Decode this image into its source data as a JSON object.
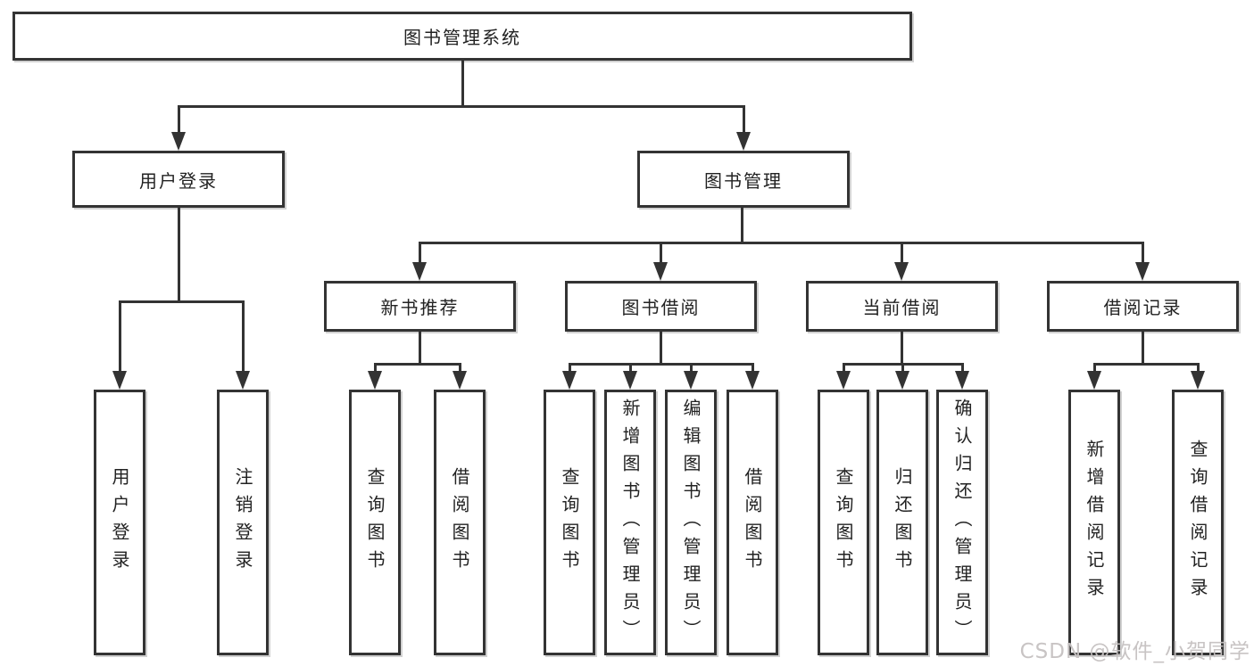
{
  "tree": {
    "label": "图书管理系统",
    "children": [
      {
        "label": "用户登录",
        "children": [
          {
            "label": "用户登录"
          },
          {
            "label": "注销登录"
          }
        ]
      },
      {
        "label": "图书管理",
        "children": [
          {
            "label": "新书推荐",
            "children": [
              {
                "label": "查询图书"
              },
              {
                "label": "借阅图书"
              }
            ]
          },
          {
            "label": "图书借阅",
            "children": [
              {
                "label": "查询图书"
              },
              {
                "label": "新增图书（管理员）"
              },
              {
                "label": "编辑图书（管理员）"
              },
              {
                "label": "借阅图书"
              }
            ]
          },
          {
            "label": "当前借阅",
            "children": [
              {
                "label": "查询图书"
              },
              {
                "label": "归还图书"
              },
              {
                "label": "确认归还（管理员）"
              }
            ]
          },
          {
            "label": "借阅记录",
            "children": [
              {
                "label": "新增借阅记录"
              },
              {
                "label": "查询借阅记录"
              }
            ]
          }
        ]
      }
    ]
  },
  "colors": {
    "line": "#333333",
    "background": "#ffffff",
    "watermark": "#c5c1c1"
  },
  "watermark": {
    "text": "CSDN @软件_小贺同学"
  }
}
